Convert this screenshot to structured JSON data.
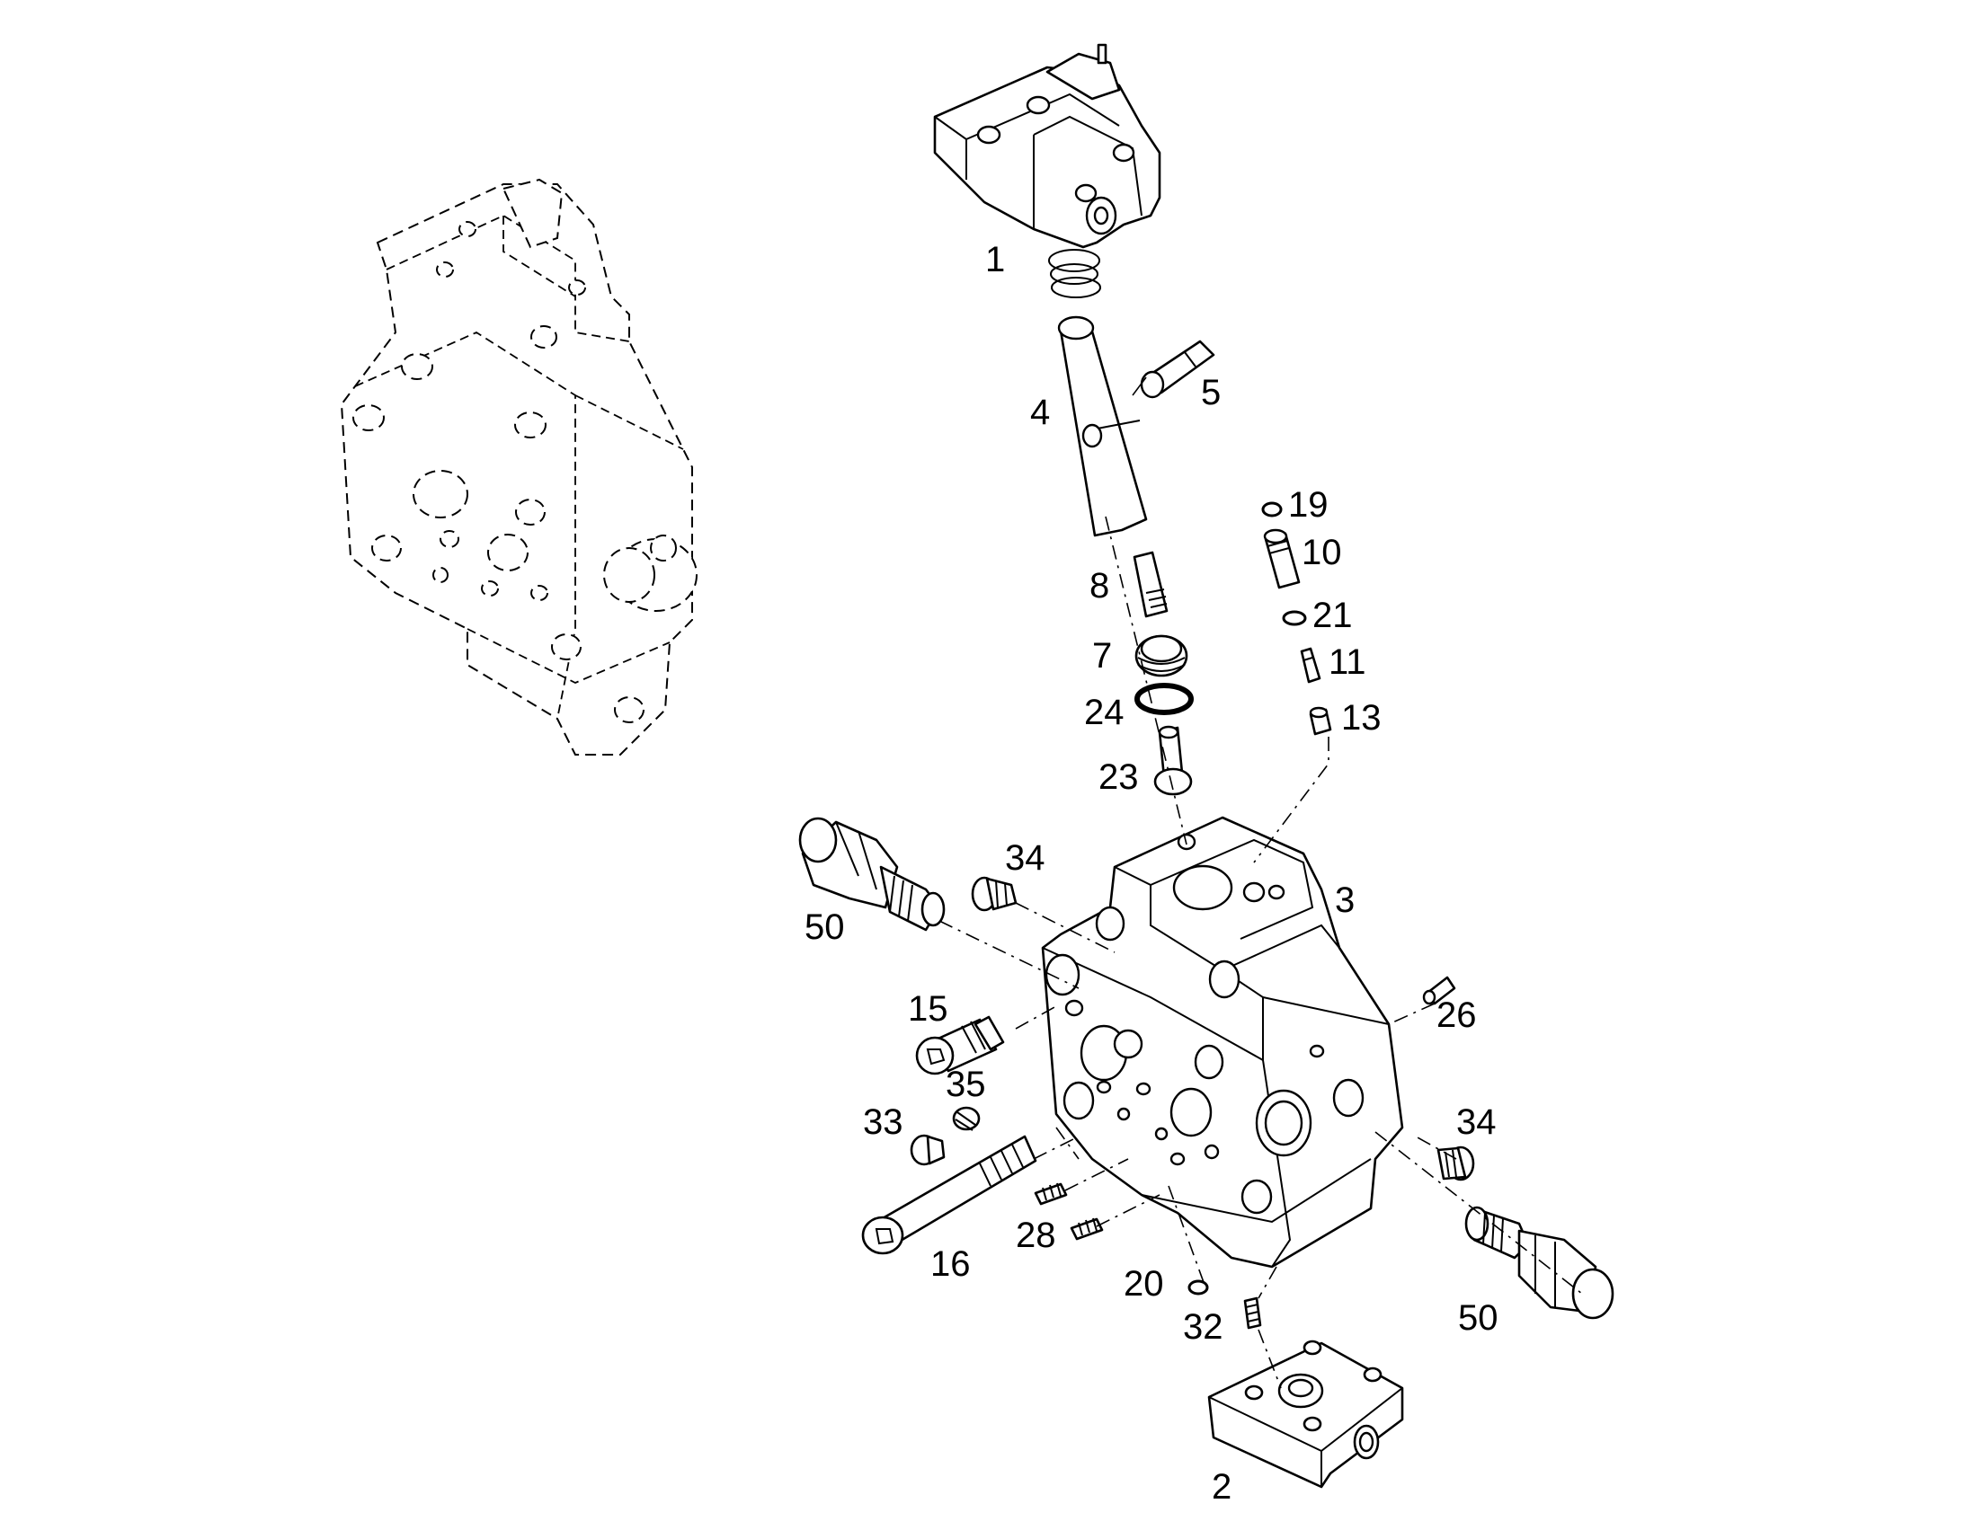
{
  "diagram": {
    "callouts": [
      {
        "id": "c1",
        "text": "1"
      },
      {
        "id": "c4",
        "text": "4"
      },
      {
        "id": "c5",
        "text": "5"
      },
      {
        "id": "c19",
        "text": "19"
      },
      {
        "id": "c10",
        "text": "10"
      },
      {
        "id": "c8",
        "text": "8"
      },
      {
        "id": "c21",
        "text": "21"
      },
      {
        "id": "c7",
        "text": "7"
      },
      {
        "id": "c11",
        "text": "11"
      },
      {
        "id": "c24",
        "text": "24"
      },
      {
        "id": "c13",
        "text": "13"
      },
      {
        "id": "c23",
        "text": "23"
      },
      {
        "id": "c34a",
        "text": "34"
      },
      {
        "id": "c3",
        "text": "3"
      },
      {
        "id": "c50a",
        "text": "50"
      },
      {
        "id": "c15",
        "text": "15"
      },
      {
        "id": "c26",
        "text": "26"
      },
      {
        "id": "c35",
        "text": "35"
      },
      {
        "id": "c33",
        "text": "33"
      },
      {
        "id": "c34b",
        "text": "34"
      },
      {
        "id": "c28",
        "text": "28"
      },
      {
        "id": "c16",
        "text": "16"
      },
      {
        "id": "c20",
        "text": "20"
      },
      {
        "id": "c50b",
        "text": "50"
      },
      {
        "id": "c32",
        "text": "32"
      },
      {
        "id": "c2",
        "text": "2"
      }
    ]
  }
}
